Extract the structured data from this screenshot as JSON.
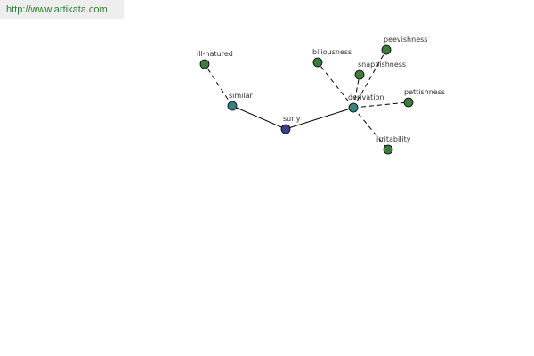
{
  "site": {
    "url": "http://www.artikata.com"
  },
  "graph": {
    "colors": {
      "center": "#3b3f8f",
      "hub": "#3d8080",
      "leaf": "#3f7a3f"
    },
    "nodes": [
      {
        "id": "surly",
        "label": "surly",
        "role": "center"
      },
      {
        "id": "similar",
        "label": "similar",
        "role": "hub"
      },
      {
        "id": "derivation",
        "label": "derivation",
        "role": "hub"
      },
      {
        "id": "ill-natured",
        "label": "ill-natured",
        "role": "leaf"
      },
      {
        "id": "biliousness",
        "label": "biliousness",
        "role": "leaf"
      },
      {
        "id": "snappishness",
        "label": "snappishness",
        "role": "leaf"
      },
      {
        "id": "peevishness",
        "label": "peevishness",
        "role": "leaf"
      },
      {
        "id": "pettishness",
        "label": "pettishness",
        "role": "leaf"
      },
      {
        "id": "irritability",
        "label": "irritability",
        "role": "leaf"
      }
    ],
    "edges": [
      {
        "from": "surly",
        "to": "similar",
        "style": "solid"
      },
      {
        "from": "surly",
        "to": "derivation",
        "style": "solid"
      },
      {
        "from": "similar",
        "to": "ill-natured",
        "style": "dashed"
      },
      {
        "from": "derivation",
        "to": "biliousness",
        "style": "dashed"
      },
      {
        "from": "derivation",
        "to": "snappishness",
        "style": "dashed"
      },
      {
        "from": "derivation",
        "to": "peevishness",
        "style": "dashed"
      },
      {
        "from": "derivation",
        "to": "pettishness",
        "style": "dashed"
      },
      {
        "from": "derivation",
        "to": "irritability",
        "style": "dashed"
      }
    ]
  }
}
